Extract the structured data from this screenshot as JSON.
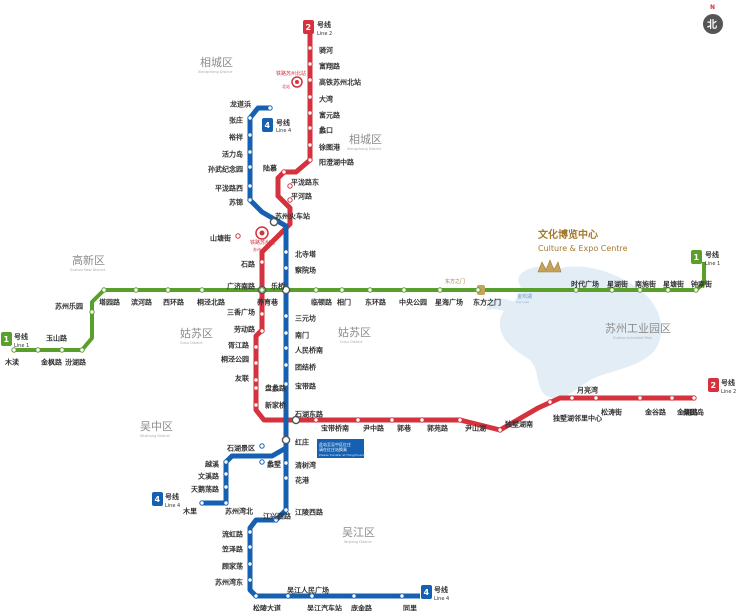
{
  "labels": {
    "line_badges": [
      {
        "num": "2",
        "cn": "号线",
        "en": "Line 2"
      },
      {
        "num": "1",
        "cn": "号线",
        "en": "Line 1"
      },
      {
        "num": "1",
        "cn": "号线",
        "en": "Line 1"
      },
      {
        "num": "2",
        "cn": "号线",
        "en": "Line 2"
      },
      {
        "num": "4",
        "cn": "号线",
        "en": "Line 4"
      },
      {
        "num": "4",
        "cn": "号线",
        "en": "Line 4"
      },
      {
        "num": "4",
        "cn": "号线",
        "en": "Line 4"
      }
    ],
    "districts": [
      {
        "cn": "相城区",
        "en": "Xiangcheng District"
      },
      {
        "cn": "相城区",
        "en": "Xiangcheng District"
      },
      {
        "cn": "高新区",
        "en": "Suzhou New District"
      },
      {
        "cn": "姑苏区",
        "en": "Gusu District"
      },
      {
        "cn": "姑苏区",
        "en": "Gusu District"
      },
      {
        "cn": "苏州工业园区",
        "en": "Suzhou Industrial Park"
      },
      {
        "cn": "吴中区",
        "en": "Wuzhong District"
      },
      {
        "cn": "吴江区",
        "en": "Wujiang District"
      }
    ],
    "landmark": {
      "cn": "文化博览中心",
      "en": "Culture & Expo Centre"
    },
    "landmark_gate": "东方之门",
    "lake": {
      "cn": "金鸡湖",
      "en": "Jinji Lake"
    },
    "info_box": {
      "line1": "此站至吴中区红庄",
      "line2": "请在红庄站换乘",
      "line3": "Please transfer at Hongzhuang"
    },
    "rail_north": {
      "cn": "铁路苏州北站",
      "sub": "北站"
    },
    "rail_main": {
      "cn": "铁路苏州站",
      "sub": "苏州"
    },
    "compass_n": "N",
    "compass_cn": "北"
  },
  "stations": [
    {
      "cn": "骑河",
      "line": "2",
      "interchange": false
    },
    {
      "cn": "富翔路",
      "line": "2",
      "interchange": false
    },
    {
      "cn": "高铁苏州北站",
      "line": "2",
      "interchange": false
    },
    {
      "cn": "大湾",
      "line": "2",
      "interchange": false
    },
    {
      "cn": "富元路",
      "line": "2",
      "interchange": false
    },
    {
      "cn": "蠡口",
      "line": "2",
      "interchange": false
    },
    {
      "cn": "徐图港",
      "line": "2",
      "interchange": false
    },
    {
      "cn": "阳澄湖中路",
      "line": "2",
      "interchange": false
    },
    {
      "cn": "陆慕",
      "line": "2",
      "interchange": false
    },
    {
      "cn": "平泷路东",
      "line": "2",
      "interchange": false
    },
    {
      "cn": "平河路",
      "line": "2",
      "interchange": false
    },
    {
      "cn": "苏州火车站",
      "line": "2/4",
      "interchange": true
    },
    {
      "cn": "山塘街",
      "line": "2",
      "interchange": false
    },
    {
      "cn": "石路",
      "line": "2",
      "interchange": false
    },
    {
      "cn": "广济南路",
      "line": "1/2",
      "interchange": true
    },
    {
      "cn": "三香广场",
      "line": "2",
      "interchange": false
    },
    {
      "cn": "劳动路",
      "line": "2",
      "interchange": false
    },
    {
      "cn": "胥江路",
      "line": "2",
      "interchange": false
    },
    {
      "cn": "桐泾公园",
      "line": "2",
      "interchange": false
    },
    {
      "cn": "友联",
      "line": "2",
      "interchange": false
    },
    {
      "cn": "盘蠡路",
      "line": "2",
      "interchange": false
    },
    {
      "cn": "新家桥",
      "line": "2",
      "interchange": false
    },
    {
      "cn": "石湖东路",
      "line": "2/4",
      "interchange": true
    },
    {
      "cn": "宝带桥南",
      "line": "2",
      "interchange": false
    },
    {
      "cn": "尹中路",
      "line": "2",
      "interchange": false
    },
    {
      "cn": "郭巷",
      "line": "2",
      "interchange": false
    },
    {
      "cn": "郭苑路",
      "line": "2",
      "interchange": false
    },
    {
      "cn": "尹山湖",
      "line": "2",
      "interchange": false
    },
    {
      "cn": "独墅湖南",
      "line": "2",
      "interchange": false
    },
    {
      "cn": "独墅湖邻里中心",
      "line": "2",
      "interchange": false
    },
    {
      "cn": "月亮湾",
      "line": "2",
      "interchange": false
    },
    {
      "cn": "松涛街",
      "line": "2",
      "interchange": false
    },
    {
      "cn": "金谷路",
      "line": "2",
      "interchange": false
    },
    {
      "cn": "金湖路",
      "line": "2",
      "interchange": false
    },
    {
      "cn": "桑田岛",
      "line": "2",
      "interchange": false
    },
    {
      "cn": "木渎",
      "line": "1",
      "interchange": false
    },
    {
      "cn": "金枫路",
      "line": "1",
      "interchange": false
    },
    {
      "cn": "汾湖路",
      "line": "1",
      "interchange": false
    },
    {
      "cn": "玉山路",
      "line": "1",
      "interchange": false
    },
    {
      "cn": "苏州乐园",
      "line": "1",
      "interchange": false
    },
    {
      "cn": "塔园路",
      "line": "1",
      "interchange": false
    },
    {
      "cn": "滨河路",
      "line": "1",
      "interchange": false
    },
    {
      "cn": "西环路",
      "line": "1",
      "interchange": false
    },
    {
      "cn": "桐泾北路",
      "line": "1",
      "interchange": false
    },
    {
      "cn": "养育巷",
      "line": "1",
      "interchange": false
    },
    {
      "cn": "乐桥",
      "line": "1/4",
      "interchange": true
    },
    {
      "cn": "临顿路",
      "line": "1",
      "interchange": false
    },
    {
      "cn": "相门",
      "line": "1",
      "interchange": false
    },
    {
      "cn": "东环路",
      "line": "1",
      "interchange": false
    },
    {
      "cn": "中央公园",
      "line": "1",
      "interchange": false
    },
    {
      "cn": "星海广场",
      "line": "1",
      "interchange": false
    },
    {
      "cn": "东方之门",
      "line": "1",
      "interchange": false
    },
    {
      "cn": "时代广场",
      "line": "1",
      "interchange": false
    },
    {
      "cn": "星湖街",
      "line": "1",
      "interchange": false
    },
    {
      "cn": "南施街",
      "line": "1",
      "interchange": false
    },
    {
      "cn": "星塘街",
      "line": "1",
      "interchange": false
    },
    {
      "cn": "钟南街",
      "line": "1",
      "interchange": false
    },
    {
      "cn": "龙道浜",
      "line": "4",
      "interchange": false
    },
    {
      "cn": "张庄",
      "line": "4",
      "interchange": false
    },
    {
      "cn": "裕祥",
      "line": "4",
      "interchange": false
    },
    {
      "cn": "活力岛",
      "line": "4",
      "interchange": false
    },
    {
      "cn": "孙武纪念园",
      "line": "4",
      "interchange": false
    },
    {
      "cn": "平泷路西",
      "line": "4",
      "interchange": false
    },
    {
      "cn": "苏锦",
      "line": "4",
      "interchange": false
    },
    {
      "cn": "北寺塔",
      "line": "4",
      "interchange": false
    },
    {
      "cn": "察院场",
      "line": "4",
      "interchange": false
    },
    {
      "cn": "三元坊",
      "line": "4",
      "interchange": false
    },
    {
      "cn": "南门",
      "line": "4",
      "interchange": false
    },
    {
      "cn": "人民桥南",
      "line": "4",
      "interchange": false
    },
    {
      "cn": "团结桥",
      "line": "4",
      "interchange": false
    },
    {
      "cn": "宝带路",
      "line": "4",
      "interchange": false
    },
    {
      "cn": "红庄",
      "line": "4",
      "interchange": true
    },
    {
      "cn": "石湖景区",
      "line": "4",
      "interchange": false
    },
    {
      "cn": "越溪",
      "line": "4",
      "interchange": false
    },
    {
      "cn": "蠡墅",
      "line": "4",
      "interchange": false
    },
    {
      "cn": "文溪路",
      "line": "4",
      "interchange": false
    },
    {
      "cn": "天鹅荡路",
      "line": "4",
      "interchange": false
    },
    {
      "cn": "木里",
      "line": "4",
      "interchange": false
    },
    {
      "cn": "苏州湾北",
      "line": "4",
      "interchange": false
    },
    {
      "cn": "清树湾",
      "line": "4",
      "interchange": false
    },
    {
      "cn": "花港",
      "line": "4",
      "interchange": false
    },
    {
      "cn": "江陵西路",
      "line": "4",
      "interchange": false
    },
    {
      "cn": "江兴西路",
      "line": "4",
      "interchange": false
    },
    {
      "cn": "流虹路",
      "line": "4",
      "interchange": false
    },
    {
      "cn": "笠泽路",
      "line": "4",
      "interchange": false
    },
    {
      "cn": "顾家荡",
      "line": "4",
      "interchange": false
    },
    {
      "cn": "苏州湾东",
      "line": "4",
      "interchange": false
    },
    {
      "cn": "吴江人民广场",
      "line": "4",
      "interchange": false
    },
    {
      "cn": "松陵大道",
      "line": "4",
      "interchange": false
    },
    {
      "cn": "吴江汽车站",
      "line": "4",
      "interchange": false
    },
    {
      "cn": "庞金路",
      "line": "4",
      "interchange": false
    },
    {
      "cn": "同里",
      "line": "4",
      "interchange": false
    }
  ]
}
